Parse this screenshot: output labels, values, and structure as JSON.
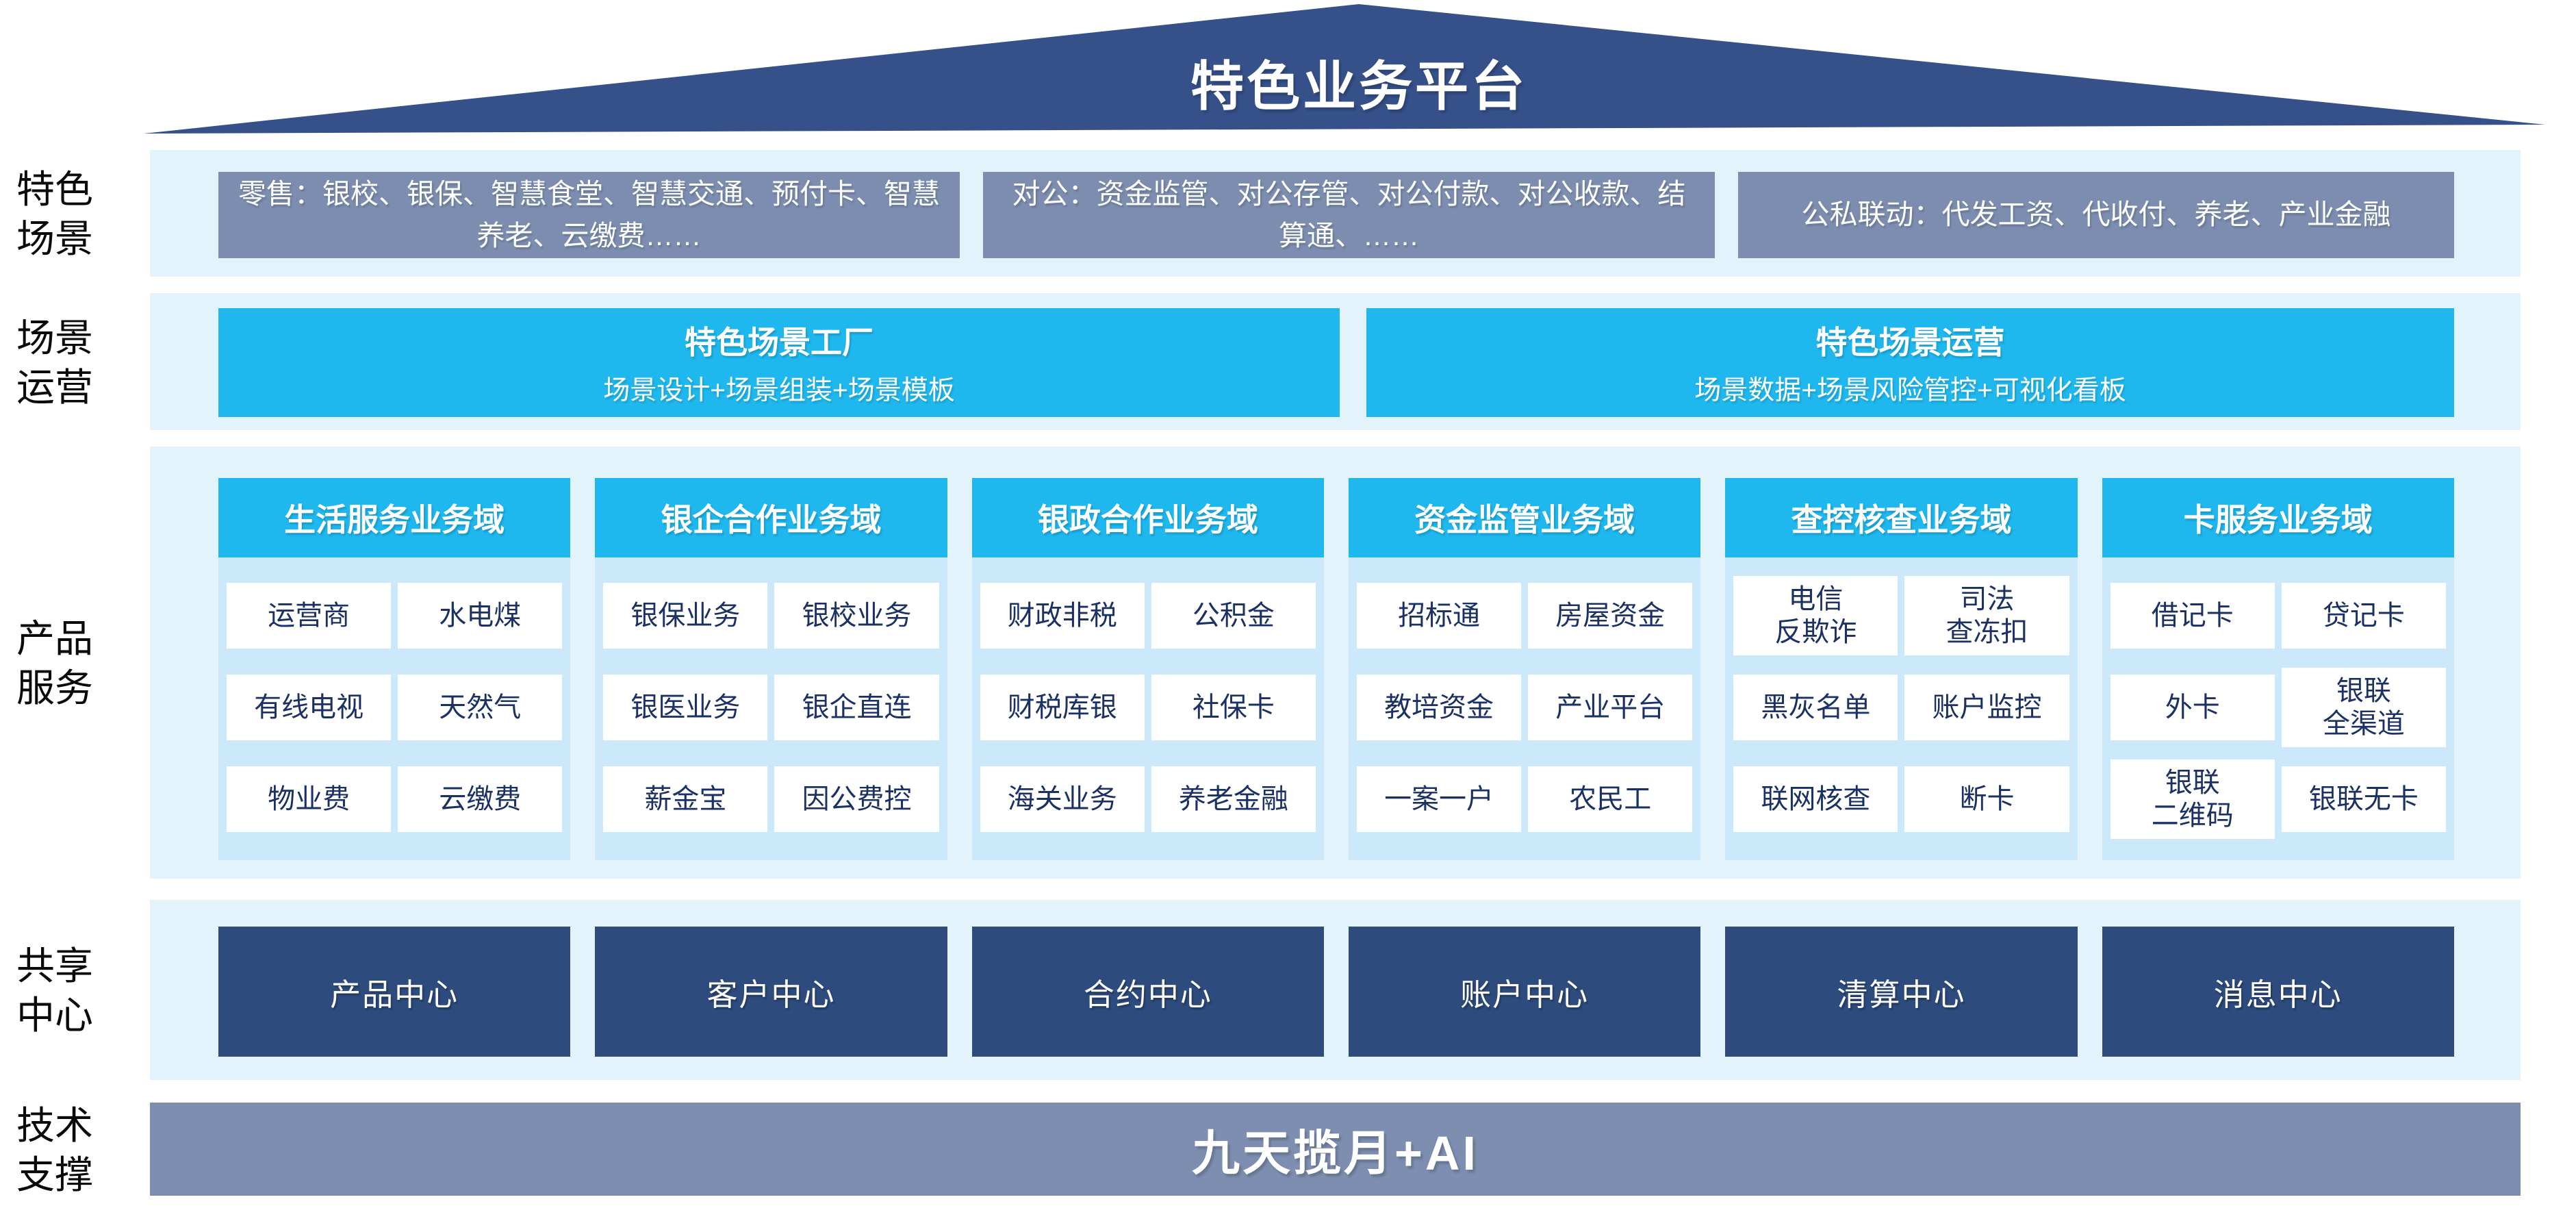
{
  "roof": {
    "title": "特色业务平台",
    "color": "#36518a"
  },
  "side_labels": [
    "特色\n场景",
    "场景\n运营",
    "产品\n服务",
    "共享\n中心",
    "技术\n支撑"
  ],
  "scenario_row": {
    "boxes": [
      "零售：银校、银保、智慧食堂、智慧交通、预付卡、智慧养老、云缴费……",
      "对公：资金监管、对公存管、对公付款、对公收款、结算通、……",
      "公私联动：代发工资、代收付、养老、产业金融"
    ]
  },
  "operation_row": {
    "boxes": [
      {
        "title": "特色场景工厂",
        "subtitle": "场景设计+场景组装+场景模板"
      },
      {
        "title": "特色场景运营",
        "subtitle": "场景数据+场景风险管控+可视化看板"
      }
    ]
  },
  "product_row": {
    "columns": [
      {
        "header": "生活服务业务域",
        "cells": [
          "运营商",
          "水电煤",
          "有线电视",
          "天然气",
          "物业费",
          "云缴费"
        ]
      },
      {
        "header": "银企合作业务域",
        "cells": [
          "银保业务",
          "银校业务",
          "银医业务",
          "银企直连",
          "薪金宝",
          "因公费控"
        ]
      },
      {
        "header": "银政合作业务域",
        "cells": [
          "财政非税",
          "公积金",
          "财税库银",
          "社保卡",
          "海关业务",
          "养老金融"
        ]
      },
      {
        "header": "资金监管业务域",
        "cells": [
          "招标通",
          "房屋资金",
          "教培资金",
          "产业平台",
          "一案一户",
          "农民工"
        ]
      },
      {
        "header": "查控核查业务域",
        "cells": [
          "电信\n反欺诈",
          "司法\n查冻扣",
          "黑灰名单",
          "账户监控",
          "联网核查",
          "断卡"
        ]
      },
      {
        "header": "卡服务业务域",
        "cells": [
          "借记卡",
          "贷记卡",
          "外卡",
          "银联\n全渠道",
          "银联\n二维码",
          "银联无卡"
        ]
      }
    ]
  },
  "shared_row": {
    "boxes": [
      "产品中心",
      "客户中心",
      "合约中心",
      "账户中心",
      "清算中心",
      "消息中心"
    ]
  },
  "tech_row": {
    "title": "九天揽月+AI"
  },
  "colors": {
    "roof_navy": "#36518a",
    "band_light_blue": "#e3f3fc",
    "slate_gray_blue": "#7c8daf",
    "cyan": "#1eb7ee",
    "column_body_blue": "#cbe9fa",
    "cell_white": "#ffffff",
    "cell_text_navy": "#1b3166",
    "center_box_navy": "#2e4b7e"
  }
}
